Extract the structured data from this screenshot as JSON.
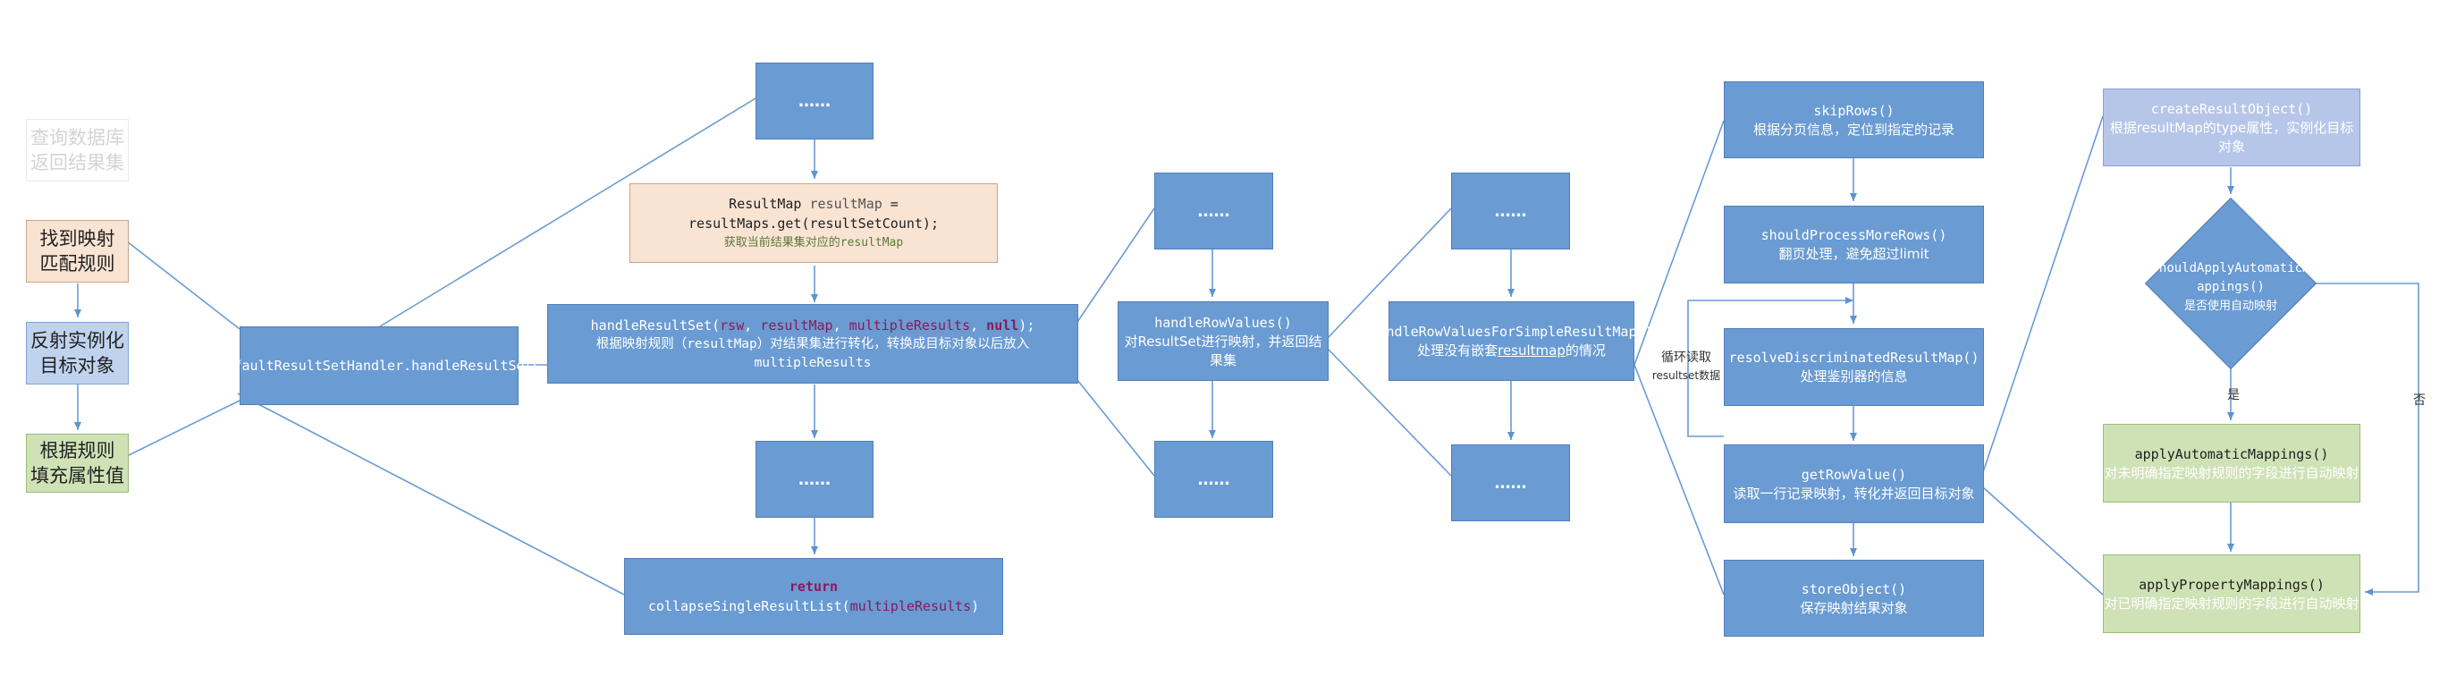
{
  "left_steps": [
    {
      "line1": "查询数据库",
      "line2": "返回结果集"
    },
    {
      "line1": "找到映射",
      "line2": "匹配规则"
    },
    {
      "line1": "反射实例化",
      "line2": "目标对象"
    },
    {
      "line1": "根据规则",
      "line2": "填充属性值"
    }
  ],
  "nodes": {
    "handle_result_sets": "DefaultResultSetHandler.handleResultSets",
    "dots": "……",
    "result_map": {
      "code_prefix": "ResultMap ",
      "code_var": "resultMap",
      "code_mid": " = resultMaps.get(",
      "code_arg": "resultSetCount",
      "code_suffix": ");",
      "note": "获取当前结果集对应的resultMap"
    },
    "handle_result_set": {
      "code_prefix": "handleResultSet(",
      "arg1": "rsw",
      "arg2": "resultMap",
      "arg3": "multipleResults",
      "arg4": "null",
      "code_suffix": ");",
      "desc": "根据映射规则（resultMap）对结果集进行转化，转换成目标对象以后放入multipleResults"
    },
    "collapse": {
      "keyword": "return",
      "code": " collapseSingleResultList(",
      "arg": "multipleResults",
      "suffix": ")"
    },
    "handle_row_values": {
      "title": "handleRowValues()",
      "desc": "对ResultSet进行映射，并返回结果集"
    },
    "handle_simple": {
      "title": "handleRowValuesForSimpleResultMap()",
      "desc_prefix": "处理没有嵌套",
      "desc_link": "resultmap",
      "desc_suffix": "的情况"
    },
    "skip_rows": {
      "title": "skipRows()",
      "desc": "根据分页信息，定位到指定的记录"
    },
    "should_process": {
      "title": "shouldProcessMoreRows()",
      "desc": "翻页处理，避免超过limit"
    },
    "resolve": {
      "title": "resolveDiscriminatedResultMap()",
      "desc": "处理鉴别器的信息"
    },
    "get_row_value": {
      "title": "getRowValue()",
      "desc": "读取一行记录映射，转化并返回目标对象"
    },
    "store_object": {
      "title": "storeObject()",
      "desc": "保存映射结果对象"
    },
    "create_result_object": {
      "title": "createResultObject()",
      "desc": "根据resultMap的type属性，实例化目标对象"
    },
    "should_apply": {
      "line1": "shouldApplyAutomaticM",
      "line2": "appings()",
      "desc": "是否使用自动映射"
    },
    "apply_auto": {
      "title": "applyAutomaticMappings()",
      "desc": "对未明确指定映射规则的字段进行自动映射"
    },
    "apply_property": {
      "title": "applyPropertyMappings()",
      "desc": "对已明确指定映射规则的字段进行自动映射"
    }
  },
  "labels": {
    "loop_line1": "循环读取",
    "loop_line2": "resultset数据",
    "yes": "是",
    "no": "否"
  },
  "colors": {
    "node_blue": "#6a9bd3",
    "node_peach": "#f9e3d3",
    "node_green": "#cfe2b5",
    "node_lavender": "#b6c6e8",
    "connector": "#6a9bd3"
  }
}
